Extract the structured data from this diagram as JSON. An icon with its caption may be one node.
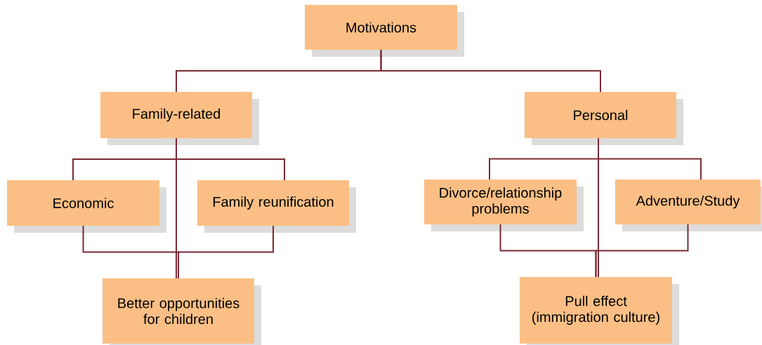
{
  "diagram": {
    "nodes": [
      {
        "text": [
          "Motivations"
        ]
      },
      {
        "text": [
          "Family-related"
        ]
      },
      {
        "text": [
          "Personal"
        ]
      },
      {
        "text": [
          "Economic"
        ]
      },
      {
        "text": [
          "Family reunification"
        ]
      },
      {
        "text": [
          "Divorce/relationship problems"
        ]
      },
      {
        "text": [
          "Adventure/Study"
        ]
      },
      {
        "text": [
          "Better opportunities for children"
        ]
      },
      {
        "text": [
          "Pull effect (immigration culture)"
        ]
      }
    ],
    "edges": [
      {
        "from": 0,
        "to": 1,
        "arrow": "none"
      },
      {
        "from": 0,
        "to": 2,
        "arrow": "none"
      },
      {
        "from": 1,
        "to": 3,
        "arrow": "none"
      },
      {
        "from": 1,
        "to": 4,
        "arrow": "none"
      },
      {
        "from": 1,
        "to": 7,
        "arrow": "none"
      },
      {
        "from": 3,
        "to": 7,
        "arrow": "none"
      },
      {
        "from": 4,
        "to": 7,
        "arrow": "none"
      },
      {
        "from": 2,
        "to": 5,
        "arrow": "none"
      },
      {
        "from": 2,
        "to": 6,
        "arrow": "none"
      },
      {
        "from": 2,
        "to": 8,
        "arrow": "none"
      },
      {
        "from": 5,
        "to": 8,
        "arrow": "none"
      },
      {
        "from": 6,
        "to": 8,
        "arrow": "none"
      }
    ]
  }
}
